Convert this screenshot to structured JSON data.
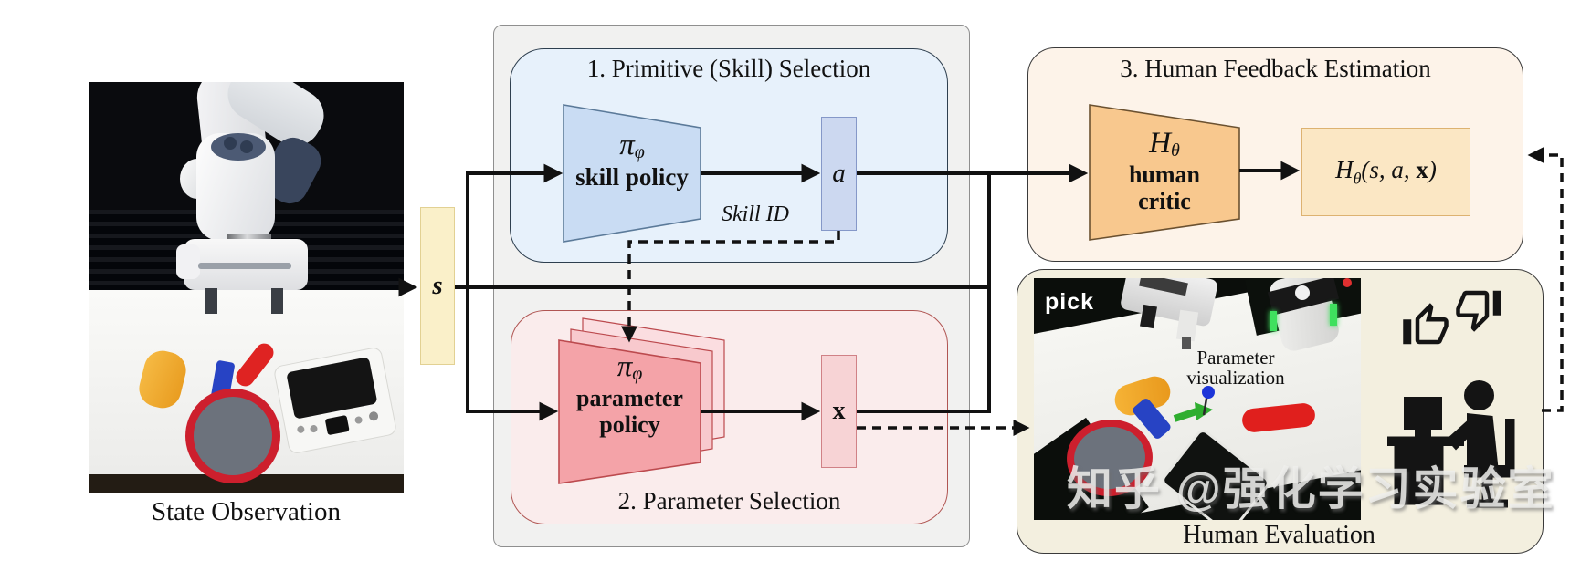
{
  "figure": {
    "left_caption": "State Observation",
    "signals": {
      "s": "s",
      "a": "a",
      "x": "x",
      "skill_id_label": "Skill ID"
    },
    "panel1": {
      "title": "1. Primitive (Skill) Selection",
      "policy_symbol": "π",
      "policy_symbol_sub": "φ",
      "policy_label": "skill policy"
    },
    "panel2": {
      "title": "2. Parameter Selection",
      "policy_symbol": "π",
      "policy_symbol_sub": "φ",
      "policy_label_line1": "parameter",
      "policy_label_line2": "policy"
    },
    "panel3": {
      "title": "3. Human Feedback Estimation",
      "critic_symbol": "H",
      "critic_symbol_sub": "θ",
      "critic_label_line1": "human",
      "critic_label_line2": "critic",
      "output_base": "H",
      "output_sub": "θ",
      "output_args_pre": "(s, a, ",
      "output_args_x": "x",
      "output_args_post": ")"
    },
    "evaluation": {
      "title": "Human Evaluation",
      "photo_tag": "pick",
      "annotation_line1": "Parameter",
      "annotation_line2": "visualization"
    },
    "watermark": "知乎 @强化学习实验室"
  },
  "icons": {
    "feedback_positive": "thumbs-up",
    "feedback_negative": "thumbs-down",
    "evaluator": "person-at-computer"
  },
  "colors": {
    "line": "#111111",
    "container_bg": "#f1f1f0",
    "container_border": "#8f8f8f",
    "p1_bg": "#e7f1fb",
    "p1_border": "#2e3f4f",
    "skill_fill": "#c9dcf3",
    "skill_border": "#5b7a99",
    "a_fill": "#ccd8f0",
    "a_border": "#8598c8",
    "p2_bg": "#faecec",
    "p2_border": "#b05552",
    "param_fill": "#f4a3a8",
    "param_border": "#bc4a4e",
    "param_back1": "#f8c9cd",
    "param_back2": "#fbdde0",
    "x_fill": "#f7d3d5",
    "x_border": "#d08186",
    "p3_bg": "#fdf3e9",
    "p3_border": "#3a3a3a",
    "critic_fill": "#f8c88e",
    "critic_border": "#6b5130",
    "hbox_fill": "#fbe7c4",
    "hbox_border": "#ddb271",
    "eval_bg": "#f3efdf",
    "eval_border": "#3a3a3a",
    "s_fill": "#faf0c9",
    "s_border": "#e2d193"
  }
}
